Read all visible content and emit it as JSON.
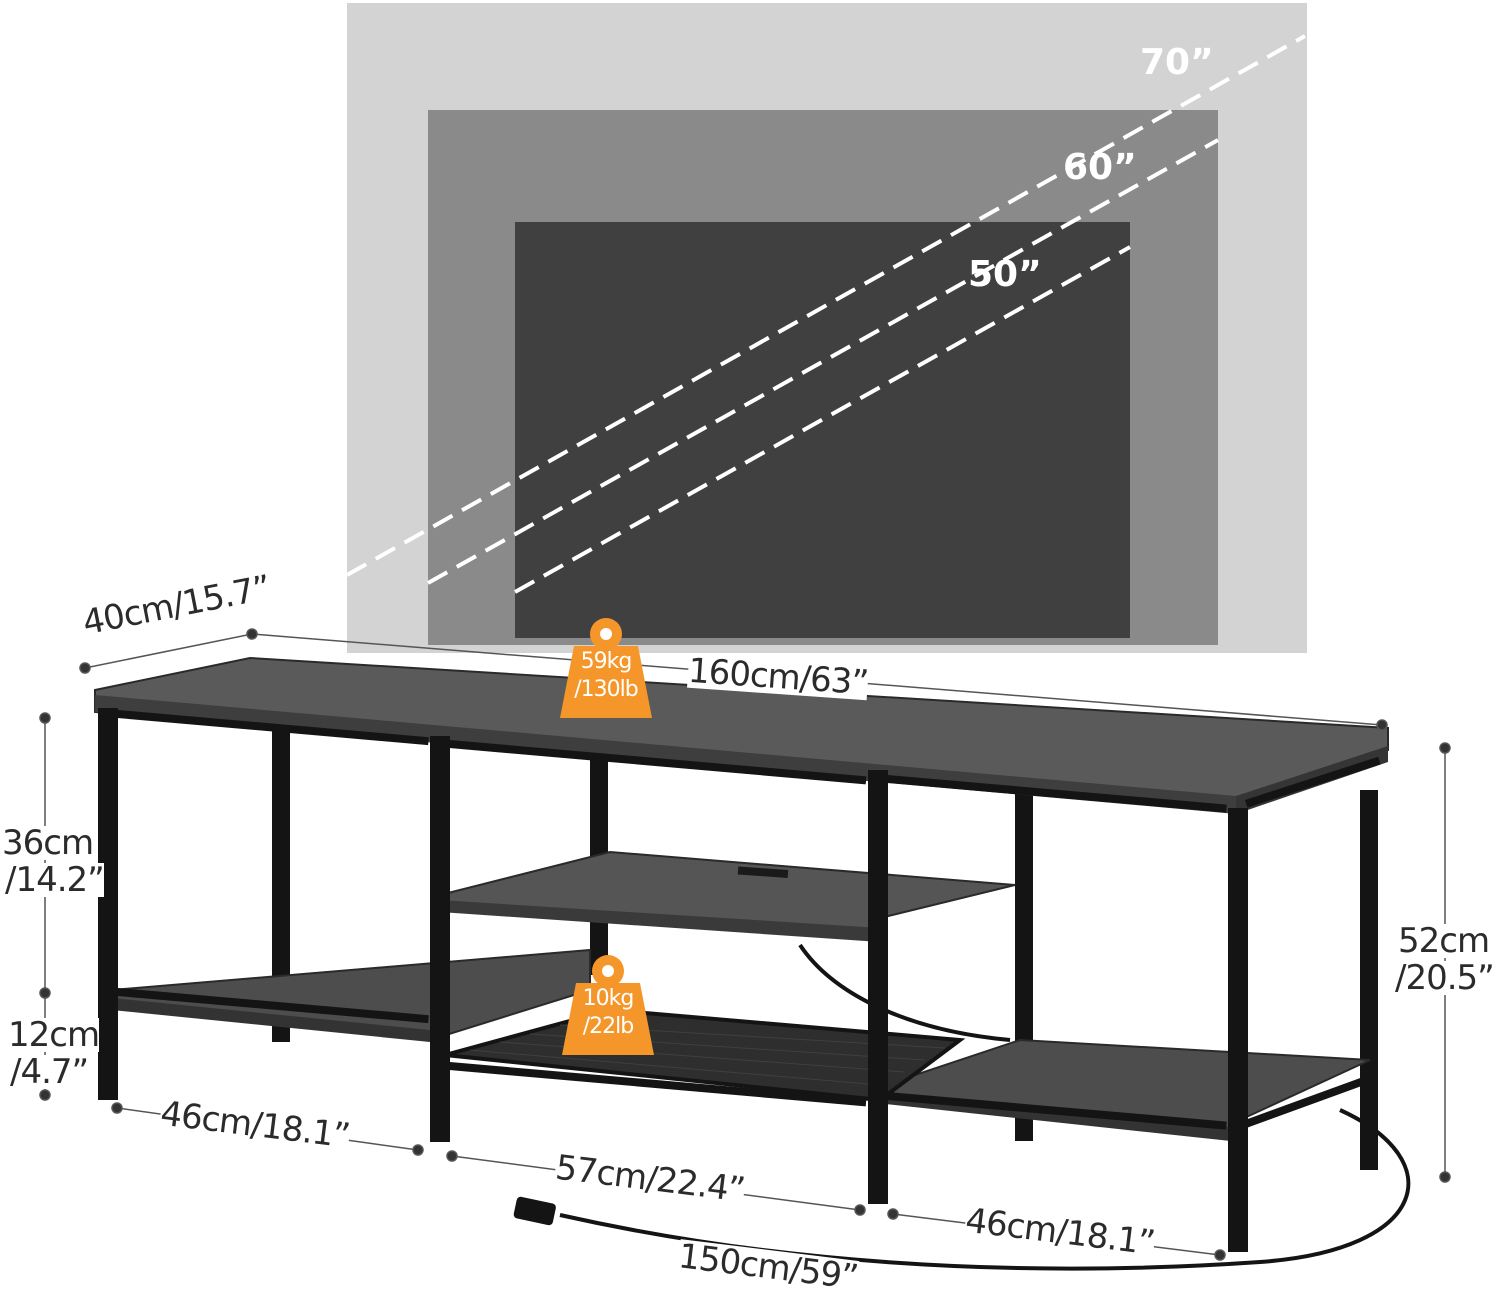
{
  "tv_sizes": [
    "70”",
    "60”",
    "50”"
  ],
  "dimensions": {
    "depth": "40cm/15.7”",
    "width": "160cm/63”",
    "upper_height_cm": "36cm",
    "upper_height_in": "/14.2”",
    "lower_height_cm": "12cm",
    "lower_height_in": "/4.7”",
    "total_height_cm": "52cm",
    "total_height_in": "/20.5”",
    "left_width": "46cm/18.1”",
    "middle_width": "57cm/22.4”",
    "right_width": "46cm/18.1”",
    "cable_length": "150cm/59”"
  },
  "load": {
    "top_kg": "59kg",
    "top_lb": "/130lb",
    "shelf_kg": "10kg",
    "shelf_lb": "/22lb"
  },
  "colors": {
    "badge": "#f5962b",
    "wood": "#4a4a4a",
    "frame": "#141414",
    "tv_70": "#d3d3d3",
    "tv_60": "#8a8a8a",
    "tv_50": "#404040"
  }
}
